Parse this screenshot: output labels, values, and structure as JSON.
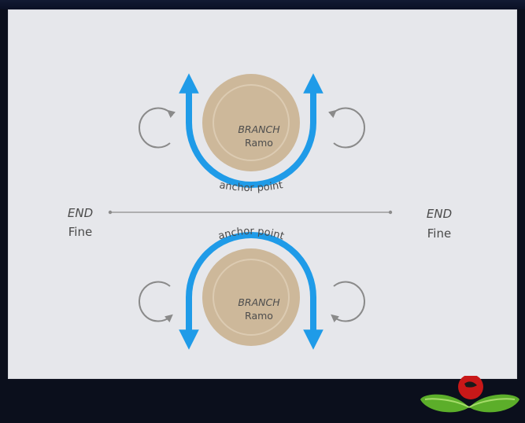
{
  "diagram": {
    "end_left": {
      "label_en": "END",
      "label_it": "Fine"
    },
    "end_right": {
      "label_en": "END",
      "label_it": "Fine"
    },
    "top_branch": {
      "label_en": "BRANCH",
      "label_it": "Ramo",
      "anchor_label": "anchor point"
    },
    "bottom_branch": {
      "label_en": "BRANCH",
      "label_it": "Ramo",
      "anchor_label": "anchor point"
    },
    "colors": {
      "slide_bg": "#e6e7eb",
      "branch_fill": "#cdb89a",
      "branch_ring": "#dccbb2",
      "arrow_blue": "#1f9be8",
      "rotation_arrow": "#8a8a8a",
      "line": "#8c8c8c",
      "text": "#4a4a4a"
    },
    "icons": [
      "rotate-clockwise-icon",
      "rotate-counterclockwise-icon",
      "up-arrow-icon",
      "down-arrow-icon"
    ]
  }
}
